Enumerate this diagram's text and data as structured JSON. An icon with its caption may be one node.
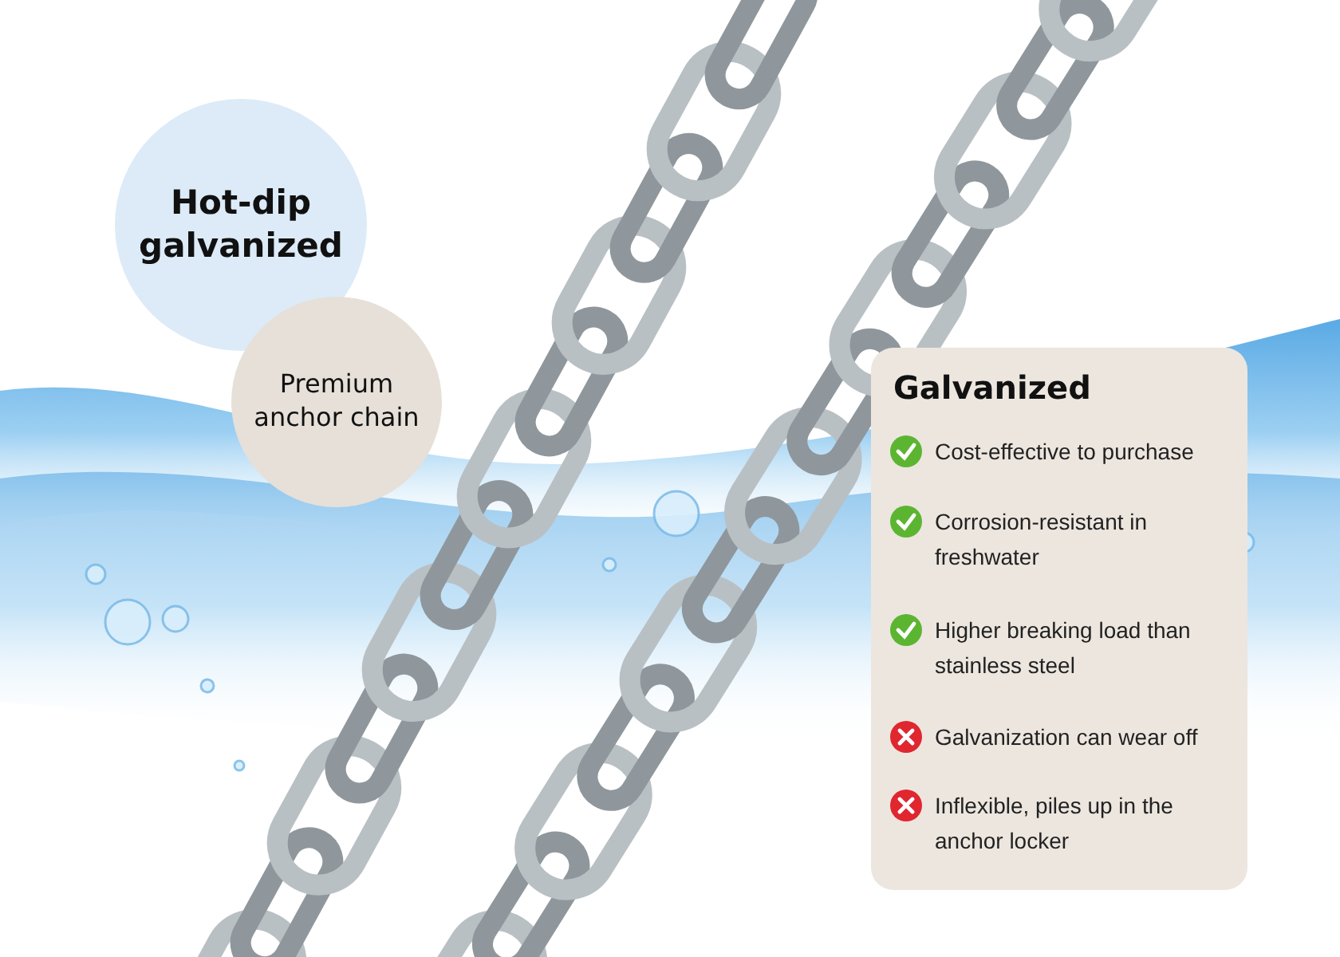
{
  "diagram": {
    "nodes": [
      {
        "text": [
          "Hot-dip galvanized"
        ]
      },
      {
        "text": [
          "Premium anchor chain"
        ]
      },
      {
        "text": [
          "Galvanized"
        ]
      }
    ],
    "edges": [],
    "labels": [
      "Cost-effective to purchase",
      "Corrosion-resistant in freshwater",
      "Higher breaking load than stainless steel",
      "Galvanization can wear off",
      "Inflexible, piles up in the anchor locker"
    ]
  }
}
